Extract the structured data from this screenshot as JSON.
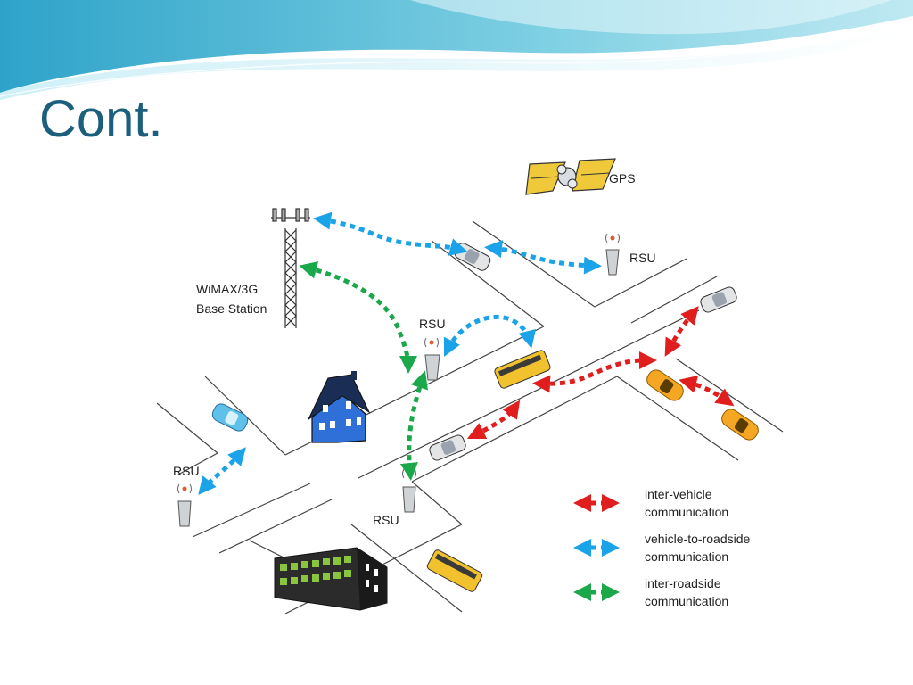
{
  "slide": {
    "title": "Cont."
  },
  "diagram": {
    "labels": {
      "gps": "GPS",
      "base_station_line1": "WiMAX/3G",
      "base_station_line2": "Base Station",
      "rsu": "RSU"
    },
    "legend": [
      {
        "line1": "inter-vehicle",
        "line2": "communication",
        "color": "#e01e1e"
      },
      {
        "line1": "vehicle-to-roadside",
        "line2": "communication",
        "color": "#1aa3e8"
      },
      {
        "line1": "inter-roadside",
        "line2": "communication",
        "color": "#1aa84a"
      }
    ]
  }
}
